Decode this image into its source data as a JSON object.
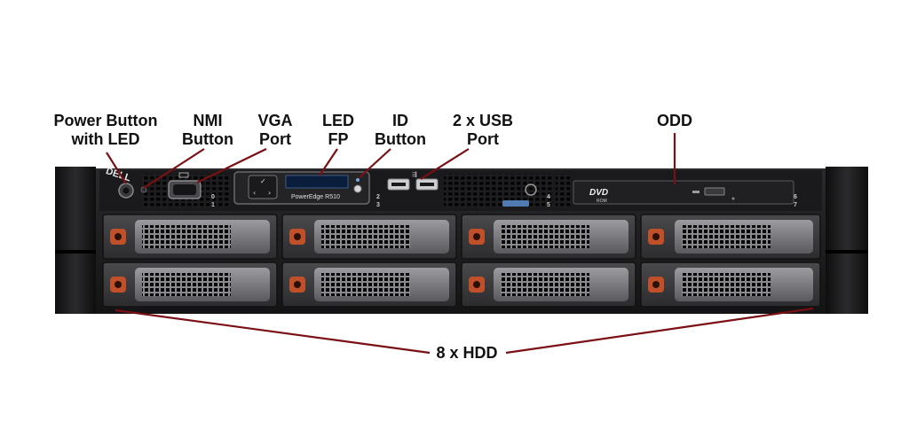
{
  "callouts": {
    "power": {
      "line1": "Power Button",
      "line2": "with LED"
    },
    "nmi": {
      "line1": "NMI",
      "line2": "Button"
    },
    "vga": {
      "line1": "VGA",
      "line2": "Port"
    },
    "led": {
      "line1": "LED",
      "line2": "FP"
    },
    "id": {
      "line1": "ID",
      "line2": "Button"
    },
    "usb": {
      "line1": "2 x USB",
      "line2": "Port"
    },
    "odd": {
      "line1": "ODD"
    },
    "hdd": {
      "line1": "8 x HDD"
    }
  },
  "server": {
    "brand": "DELL",
    "model": "PowerEdge R510",
    "dvd_logo": "DVD",
    "dvd_sub": "ROM",
    "port_numbers": [
      "0",
      "1",
      "2",
      "3",
      "4",
      "5",
      "6",
      "7"
    ]
  },
  "colors": {
    "leader_line": "#7a0f14",
    "chassis": "#1c1c1e",
    "drive_tray": "#3a3a3c",
    "drive_latch": "#c0502a"
  }
}
